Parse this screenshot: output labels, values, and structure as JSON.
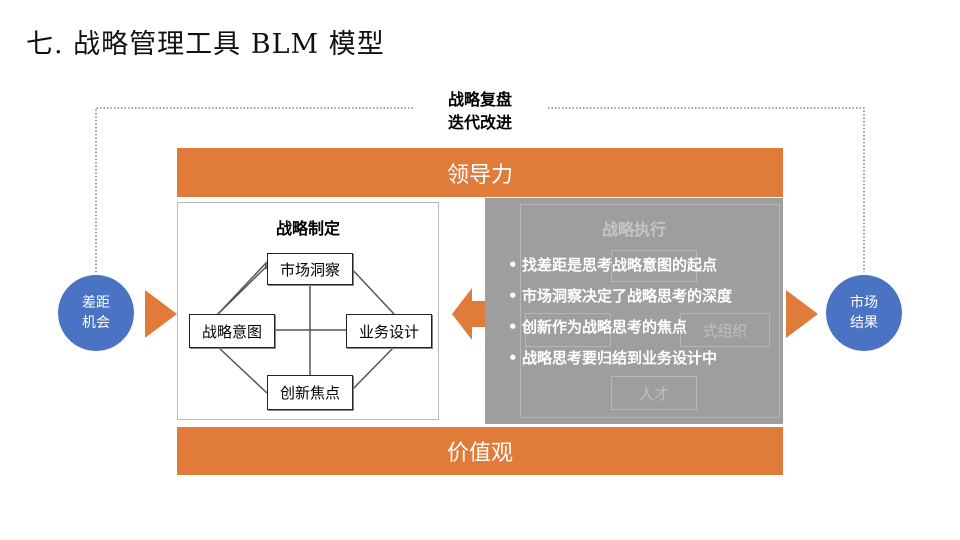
{
  "title": "七.  战略管理工具 BLM 模型",
  "loop": {
    "line1": "战略复盘",
    "line2": "迭代改进"
  },
  "top_bar": {
    "label": "领导力"
  },
  "bottom_bar": {
    "label": "价值观"
  },
  "left_circle": {
    "label": "差距\n机会"
  },
  "right_circle": {
    "label": "市场\n结果"
  },
  "formulation": {
    "title": "战略制定",
    "nodes": {
      "top": "市场洞察",
      "left": "战略意图",
      "right": "业务设计",
      "bottom": "创新焦点"
    }
  },
  "execution": {
    "title": "战略执行",
    "ghost_nodes": {
      "right": "式组织",
      "bottom": "人才"
    },
    "bullets": [
      "找差距是思考战略意图的起点",
      "市场洞察决定了战略思考的深度",
      "创新作为战略思考的焦点",
      "战略思考要归结到业务设计中"
    ]
  },
  "colors": {
    "orange": "#E07B39",
    "blue": "#4A73C3",
    "gray_panel": "#9E9E9E"
  },
  "icons": {
    "bullet": "•"
  }
}
